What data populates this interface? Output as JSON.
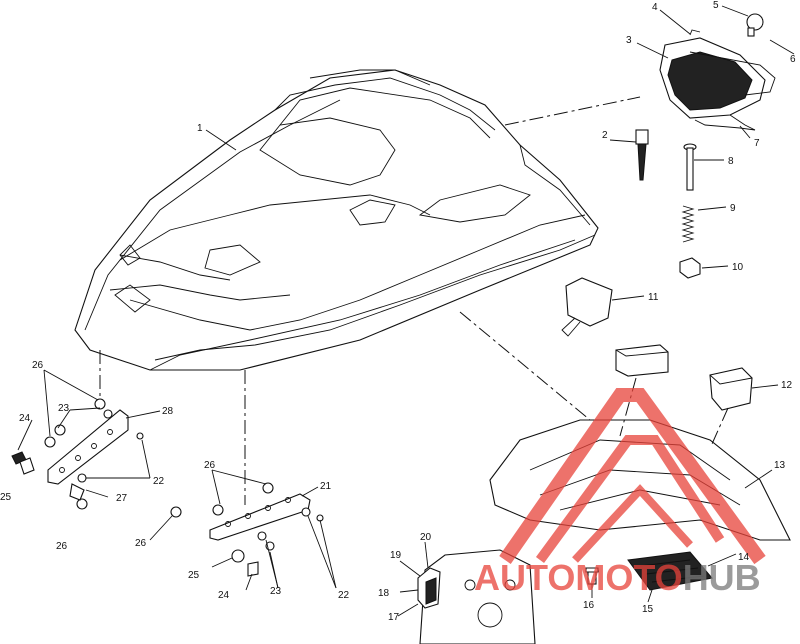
{
  "callouts": [
    {
      "id": "1",
      "text": "1"
    },
    {
      "id": "2",
      "text": "2"
    },
    {
      "id": "3",
      "text": "3"
    },
    {
      "id": "4",
      "text": "4"
    },
    {
      "id": "5",
      "text": "5"
    },
    {
      "id": "6",
      "text": "6"
    },
    {
      "id": "7",
      "text": "7"
    },
    {
      "id": "8",
      "text": "8"
    },
    {
      "id": "9",
      "text": "9"
    },
    {
      "id": "10",
      "text": "10"
    },
    {
      "id": "11",
      "text": "11"
    },
    {
      "id": "12",
      "text": "12"
    },
    {
      "id": "13",
      "text": "13"
    },
    {
      "id": "14",
      "text": "14"
    },
    {
      "id": "15",
      "text": "15"
    },
    {
      "id": "16",
      "text": "16"
    },
    {
      "id": "17",
      "text": "17"
    },
    {
      "id": "18",
      "text": "18"
    },
    {
      "id": "19",
      "text": "19"
    },
    {
      "id": "20",
      "text": "20"
    },
    {
      "id": "21",
      "text": "21"
    },
    {
      "id": "22a",
      "text": "22"
    },
    {
      "id": "22b",
      "text": "22"
    },
    {
      "id": "23a",
      "text": "23"
    },
    {
      "id": "23b",
      "text": "23"
    },
    {
      "id": "24a",
      "text": "24"
    },
    {
      "id": "24b",
      "text": "24"
    },
    {
      "id": "25a",
      "text": "25"
    },
    {
      "id": "25b",
      "text": "25"
    },
    {
      "id": "26a",
      "text": "26"
    },
    {
      "id": "26b",
      "text": "26"
    },
    {
      "id": "26c",
      "text": "26"
    },
    {
      "id": "26d",
      "text": "26"
    },
    {
      "id": "27",
      "text": "27"
    },
    {
      "id": "28",
      "text": "28"
    }
  ],
  "watermark": {
    "part1": "AUTO",
    "part2": "MOTO",
    "part3": "HUB",
    "color_red": "#e8433a",
    "color_gray": "#7a7a7a"
  }
}
